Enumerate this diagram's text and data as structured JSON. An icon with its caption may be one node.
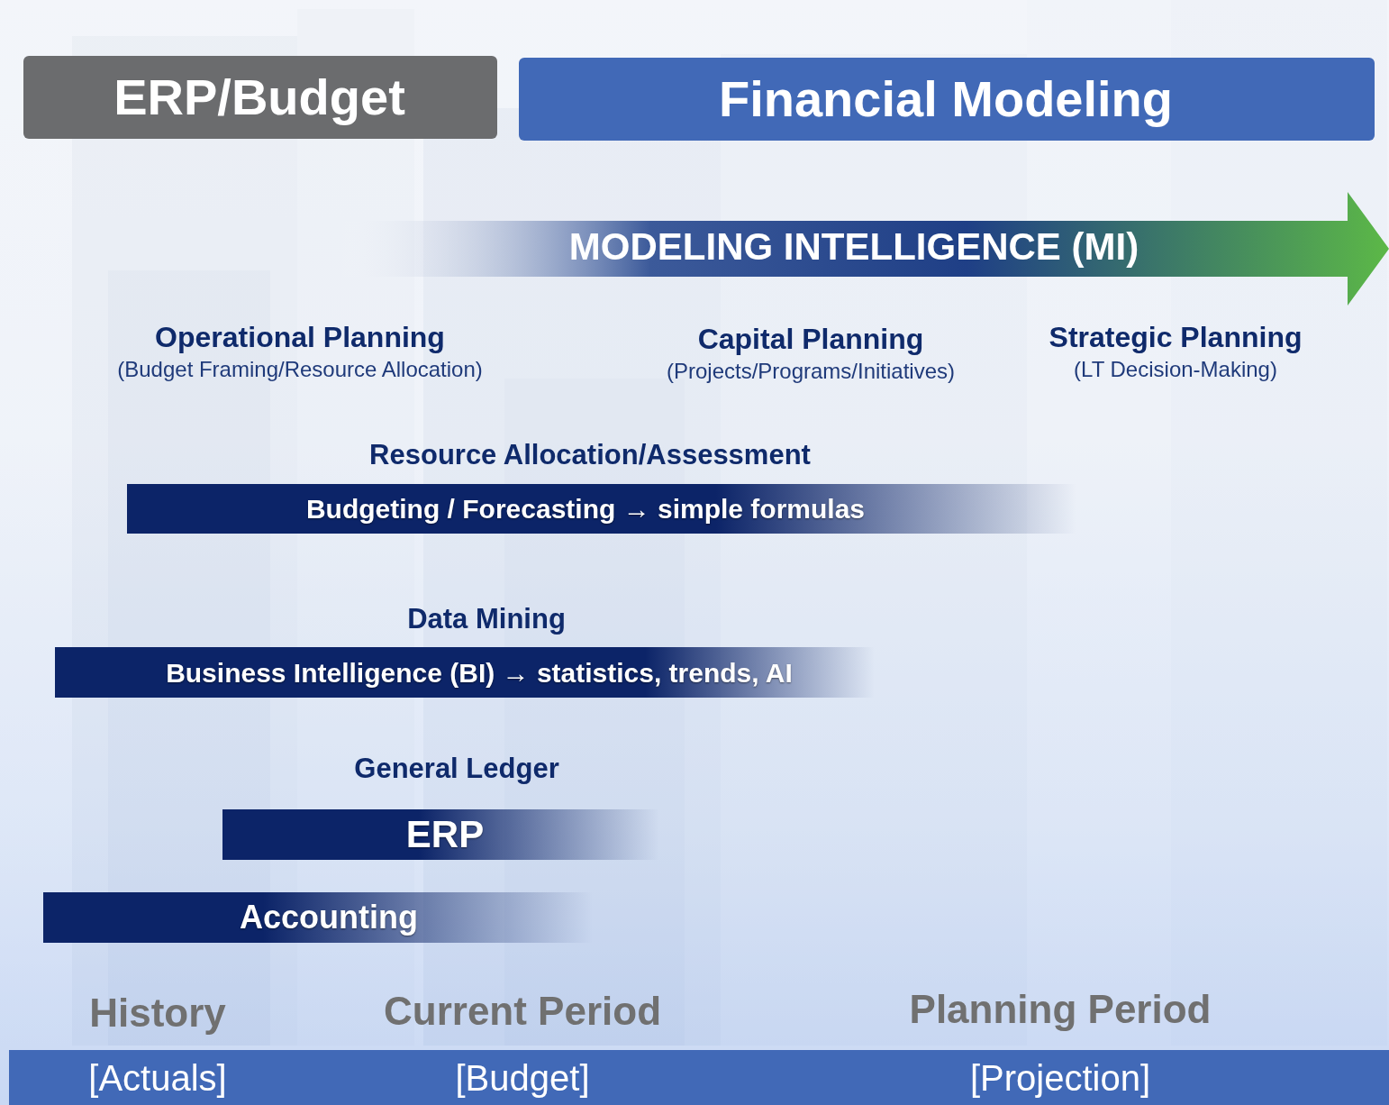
{
  "diagram": {
    "nodes": [
      {
        "text": [
          "ERP/Budget"
        ]
      },
      {
        "text": [
          "Financial Modeling"
        ]
      },
      {
        "text": [
          "MODELING INTELLIGENCE (MI)"
        ]
      },
      {
        "text": [
          "Resource Allocation/Assessment",
          "Budgeting / Forecasting → simple formulas"
        ]
      },
      {
        "text": [
          "Data Mining",
          "Business Intelligence (BI) → statistics, trends, AI"
        ]
      },
      {
        "text": [
          "General Ledger",
          "ERP"
        ]
      },
      {
        "text": [
          "Accounting"
        ]
      },
      {
        "text": [
          "[Actuals]",
          "[Budget]",
          "[Projection]"
        ]
      }
    ],
    "labels": [
      "Operational Planning",
      "(Budget Framing/Resource Allocation)",
      "Capital Planning",
      "(Projects/Programs/Initiatives)",
      "Strategic Planning",
      "(LT Decision-Making)",
      "History",
      "Current Period",
      "Planning Period"
    ]
  }
}
